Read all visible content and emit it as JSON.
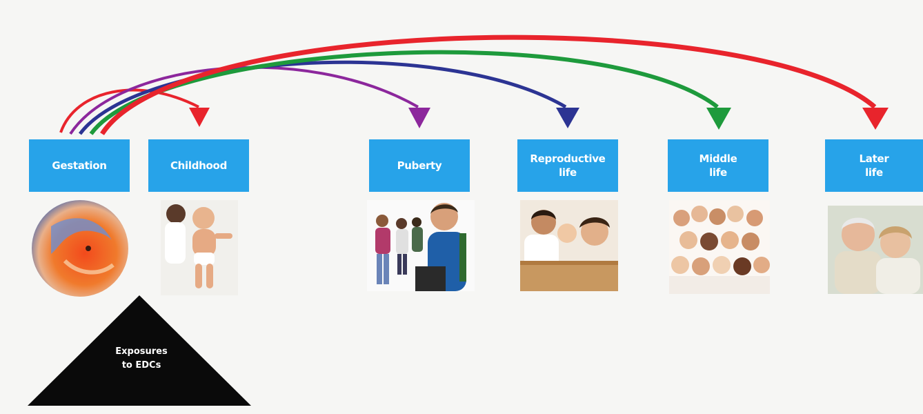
{
  "stages": [
    {
      "id": "gestation",
      "label": "Gestation"
    },
    {
      "id": "childhood",
      "label": "Childhood"
    },
    {
      "id": "puberty",
      "label": "Puberty"
    },
    {
      "id": "reproductive",
      "label": "Reproductive\nlife"
    },
    {
      "id": "middle",
      "label": "Middle\nlife"
    },
    {
      "id": "later",
      "label": "Later\nlife"
    }
  ],
  "exposure": {
    "label": "Exposures\nto EDCs"
  },
  "colors": {
    "box": "#27a3e9",
    "arrow_childhood": "#e8242c",
    "arrow_puberty": "#8c279c",
    "arrow_reproductive": "#2c3493",
    "arrow_middle": "#1e9a3c",
    "arrow_later": "#e8242c"
  }
}
